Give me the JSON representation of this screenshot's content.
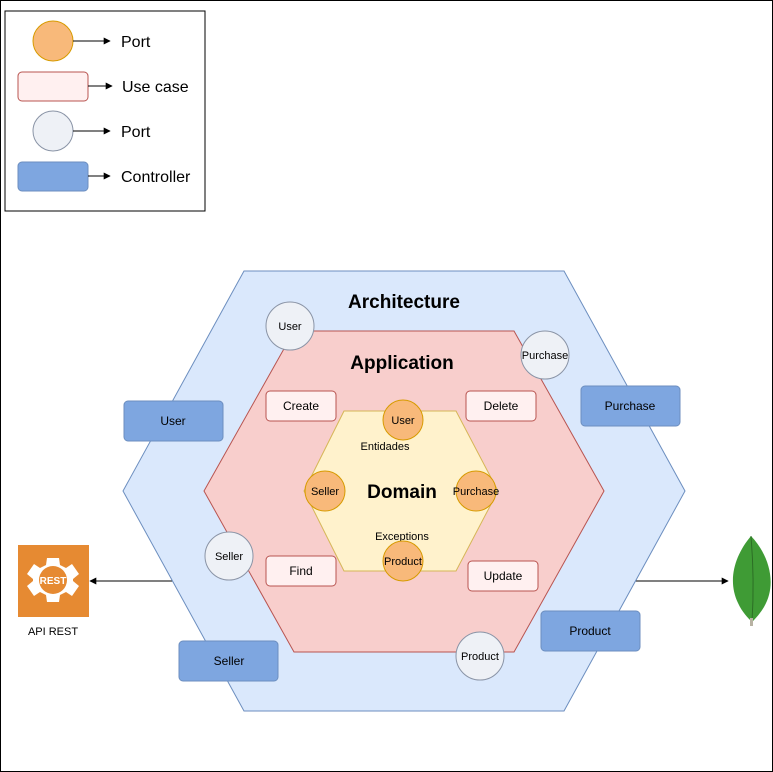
{
  "legend": {
    "items": [
      {
        "label": "Port",
        "icon": "orange-circle"
      },
      {
        "label": "Use case",
        "icon": "pink-rectangle"
      },
      {
        "label": "Port",
        "icon": "white-circle"
      },
      {
        "label": "Controller",
        "icon": "blue-rectangle"
      }
    ]
  },
  "layers": {
    "architecture": "Architecture",
    "application": "Application",
    "domain": "Domain"
  },
  "domain": {
    "entities_label": "Entidades",
    "exceptions_label": "Exceptions",
    "ports": {
      "user": "User",
      "seller": "Seller",
      "purchase": "Purchase",
      "product": "Product"
    }
  },
  "use_cases": {
    "create": "Create",
    "delete": "Delete",
    "find": "Find",
    "update": "Update"
  },
  "application_ports": {
    "user": "User",
    "purchase": "Purchase",
    "seller": "Seller",
    "product": "Product"
  },
  "controllers": {
    "user": "User",
    "purchase": "Purchase",
    "product": "Product",
    "seller": "Seller"
  },
  "external": {
    "api": {
      "logo_text": "REST",
      "label": "API REST"
    },
    "db": {
      "icon": "mongodb-leaf"
    }
  },
  "colors": {
    "architecture_fill": "#dae8fc",
    "architecture_stroke": "#6c8ebf",
    "application_fill": "#f8cecc",
    "application_stroke": "#b85450",
    "domain_fill": "#fff2cc",
    "domain_stroke": "#d6b656",
    "orange_port": "#ffcc99",
    "orange_port_alt": "#f8b97a",
    "orange_stroke": "#d79b00",
    "use_case_fill": "#fff0f0",
    "controller_fill": "#7ea6e0",
    "white_port": "#eef1f6",
    "rest_orange": "#e68a32",
    "mongo_green": "#3f9b35"
  }
}
